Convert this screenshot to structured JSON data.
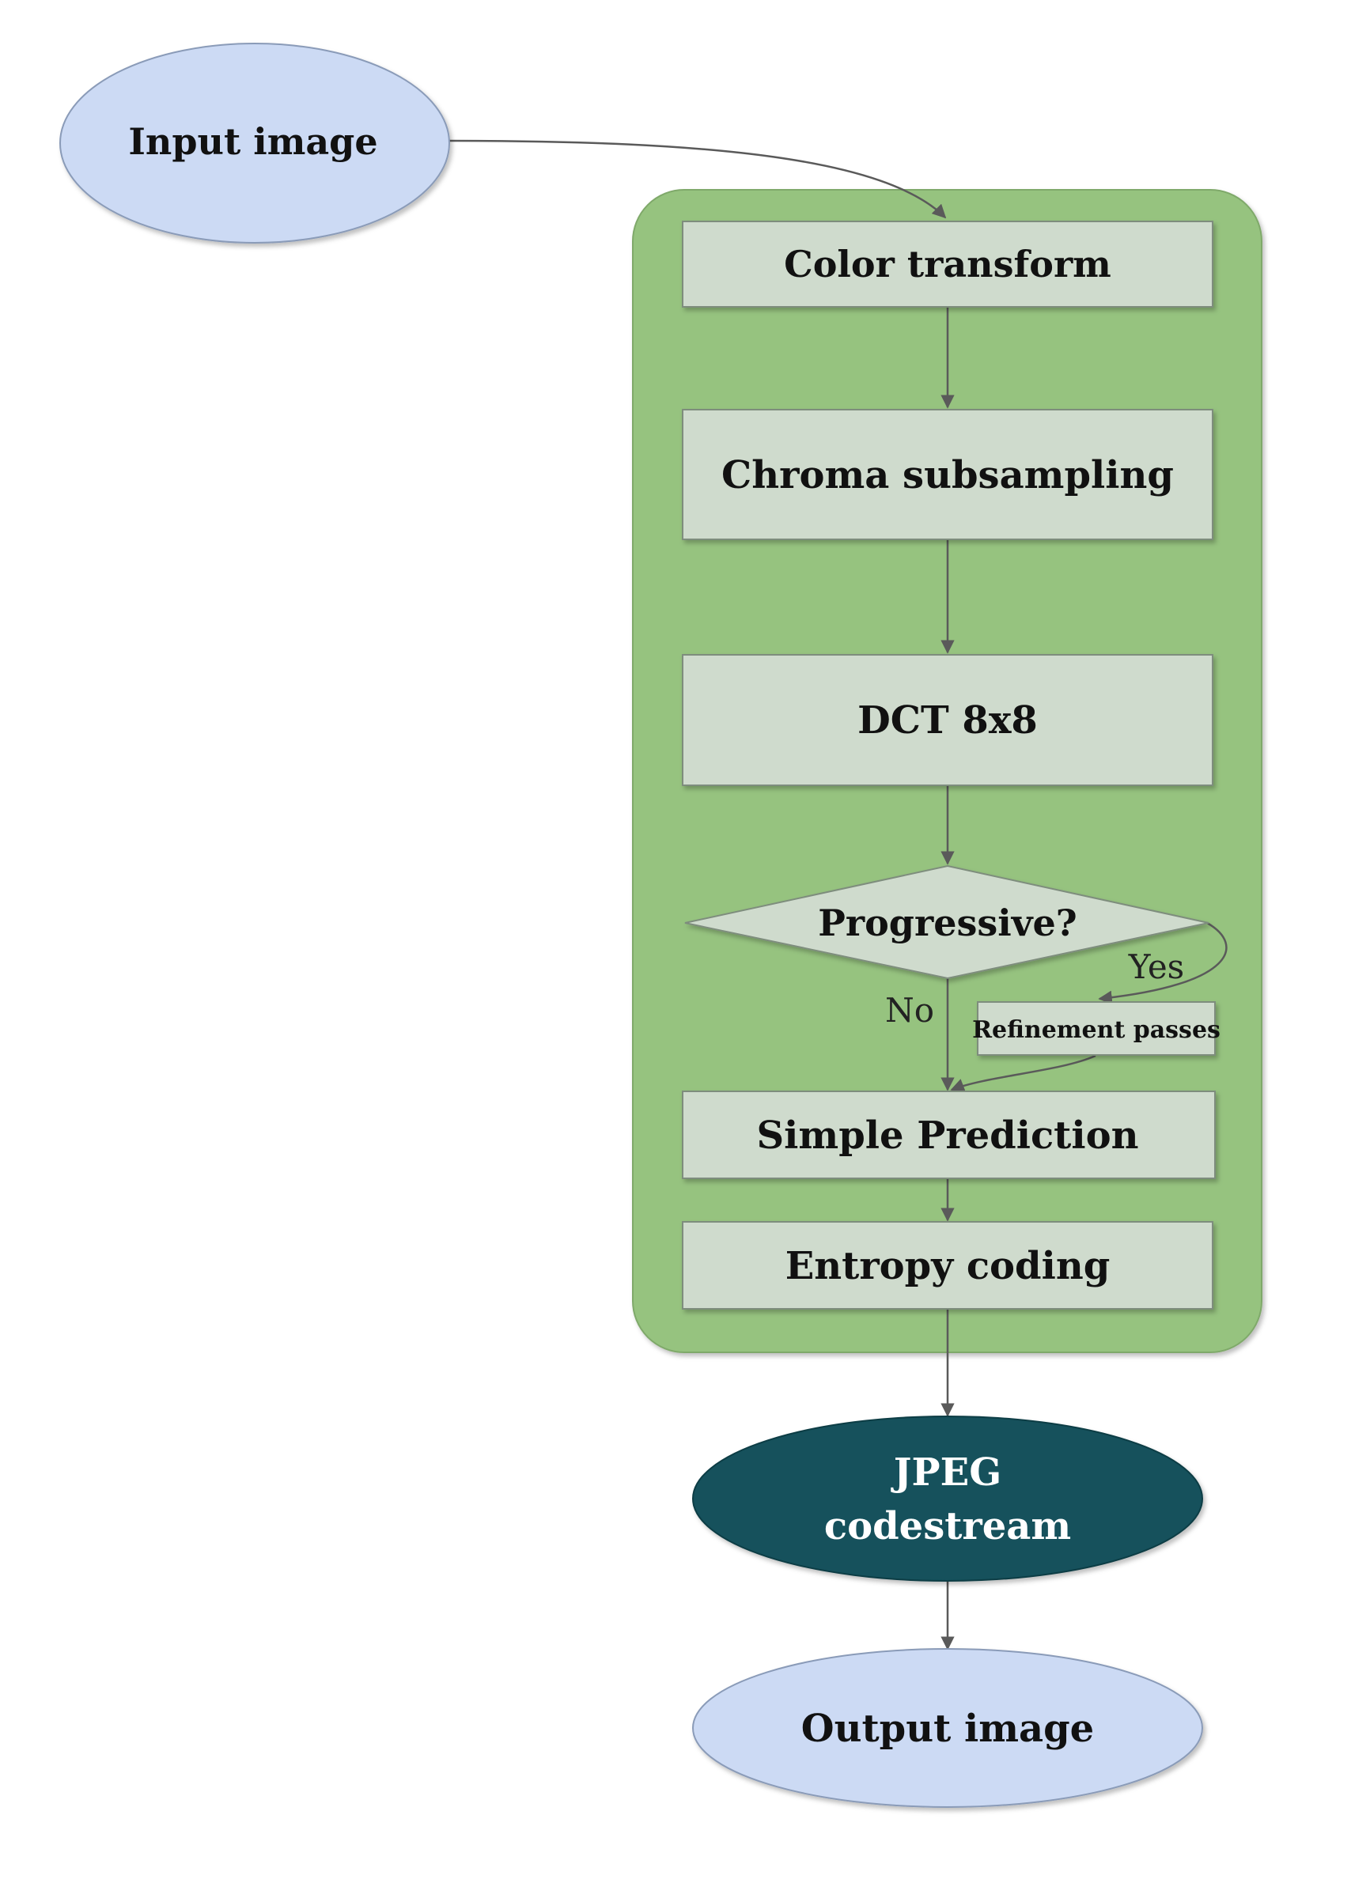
{
  "nodes": {
    "input_image": "Input image",
    "color_transform": "Color transform",
    "chroma_subsampling": "Chroma subsampling",
    "dct": "DCT 8x8",
    "progressive": "Progressive?",
    "refinement": "Refinement passes",
    "simple_prediction": "Simple Prediction",
    "entropy_coding": "Entropy coding",
    "codestream_line1": "JPEG",
    "codestream_line2": "codestream",
    "output_image": "Output image"
  },
  "edge_labels": {
    "yes": "Yes",
    "no": "No"
  },
  "colors": {
    "container_fill": "#96c37f",
    "box_fill": "#cfdbcd",
    "ellipse_fill": "#ccdaf4",
    "codestream_fill": "#13515c",
    "edge": "#5a5a5a"
  }
}
